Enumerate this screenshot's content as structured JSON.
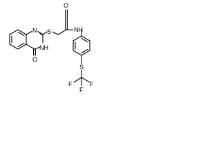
{
  "structure": {
    "atom_labels": {
      "o_amide": "O",
      "nh_amide": "NH",
      "s_thioether": "S",
      "n_ring": "N",
      "nh_ring": "NH",
      "o_ring": "O",
      "s_aryl": "S",
      "f_top": "F",
      "f_left": "F",
      "f_right": "F"
    },
    "colors": {
      "ink": "#000000",
      "background": "#ffffff"
    }
  }
}
